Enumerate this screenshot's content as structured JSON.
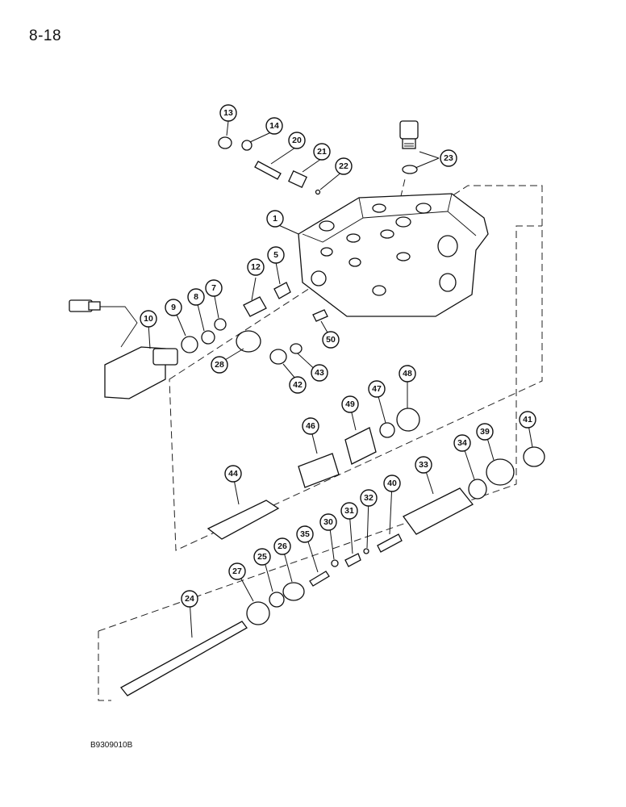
{
  "page": {
    "number": "8-18",
    "figure_code": "B9309010B"
  },
  "callouts": [
    "13",
    "14",
    "20",
    "21",
    "22",
    "23",
    "1",
    "12",
    "5",
    "7",
    "8",
    "9",
    "10",
    "28",
    "50",
    "42",
    "43",
    "48",
    "49",
    "47",
    "46",
    "44",
    "33",
    "34",
    "39",
    "41",
    "40",
    "32",
    "31",
    "30",
    "35",
    "26",
    "25",
    "27",
    "24"
  ]
}
